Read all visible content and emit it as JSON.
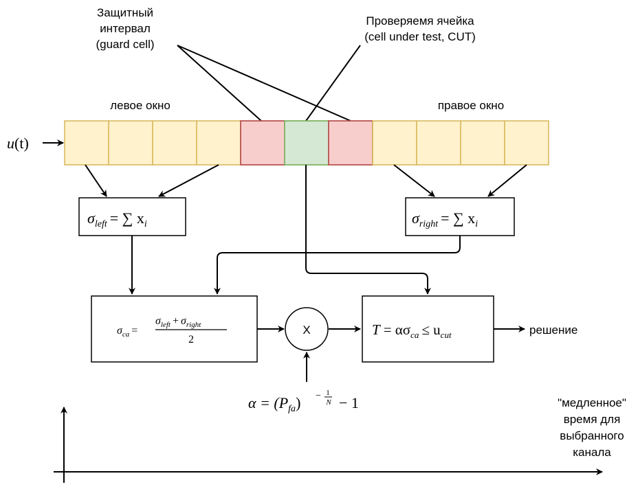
{
  "labels": {
    "guard_line1": "Защитный",
    "guard_line2": "интервал",
    "guard_line3": "(guard cell)",
    "cut_line1": "Проверяемя ячейка",
    "cut_line2": "(cell under test, CUT)",
    "left_window": "левое окно",
    "right_window": "правое окно",
    "decision": "решение",
    "multiply": "X",
    "slow_time_1": "\"медленное\"",
    "slow_time_2": "время для",
    "slow_time_3": "выбранного",
    "slow_time_4": "канала"
  },
  "formulas": {
    "input_u": "u",
    "input_t": "(t)",
    "sum_left": "σ",
    "sum_left_sub": "left",
    "sum_right": "σ",
    "sum_right_sub": "right",
    "sum_eq": "= ∑ x",
    "sum_i": "i",
    "ca_lhs": "σ",
    "ca_lhs_sub": "ca",
    "ca_num_a": "σ",
    "ca_num_a_sub": "left",
    "ca_plus": "+",
    "ca_num_b": "σ",
    "ca_num_b_sub": "right",
    "ca_den": "2",
    "threshold_T": "T",
    "threshold_eq": "= ασ",
    "threshold_ca": "ca",
    "threshold_le": "≤ u",
    "threshold_cut": "cut",
    "alpha_lhs": "α = (P",
    "alpha_fa": "fa",
    "alpha_close": ")",
    "alpha_exp_minus": "−",
    "alpha_exp_num": "1",
    "alpha_exp_den": "N",
    "alpha_tail": "− 1"
  },
  "colors": {
    "window_cell_fill": "#fff2cc",
    "window_cell_stroke": "#d6b656",
    "guard_cell_fill": "#f8cecc",
    "guard_cell_stroke": "#b85450",
    "cut_cell_fill": "#d5e8d4",
    "cut_cell_stroke": "#82b366"
  },
  "cells": [
    "window",
    "window",
    "window",
    "window",
    "guard",
    "cut",
    "guard",
    "window",
    "window",
    "window",
    "window"
  ]
}
